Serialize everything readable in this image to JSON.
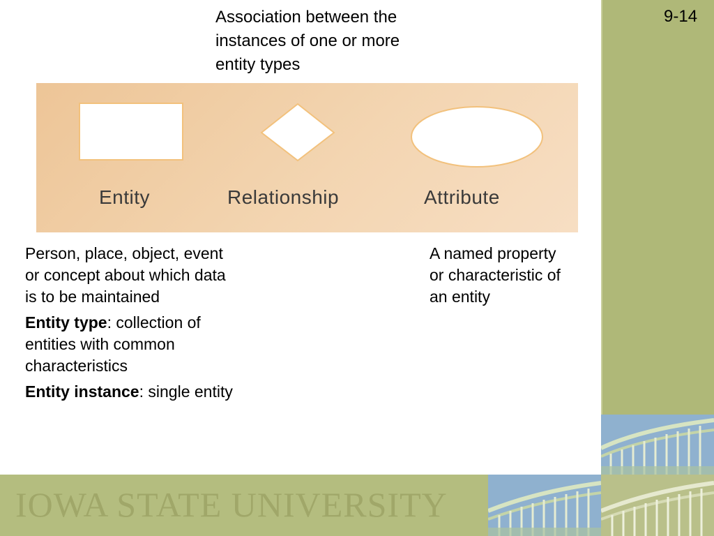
{
  "slide": {
    "page_number": "9-14",
    "title_note": "Association between the instances of one or more entity types",
    "legend": {
      "entity_label": "Entity",
      "relationship_label": "Relationship",
      "attribute_label": "Attribute"
    },
    "entity_note": {
      "definition": "Person, place, object, event or concept about which data is to be maintained",
      "entity_type_term": "Entity type",
      "entity_type_text": ": collection of entities with common characteristics",
      "entity_instance_term": "Entity instance",
      "entity_instance_text": ": single entity"
    },
    "attribute_note": "A named property or characteristic of an entity"
  },
  "branding": {
    "wordmark": "IOWA STATE UNIVERSITY",
    "colors": {
      "olive_bar": "#afb878",
      "photo_blue": "#8fb1cf",
      "legend_panel": "#f0cca4"
    }
  }
}
